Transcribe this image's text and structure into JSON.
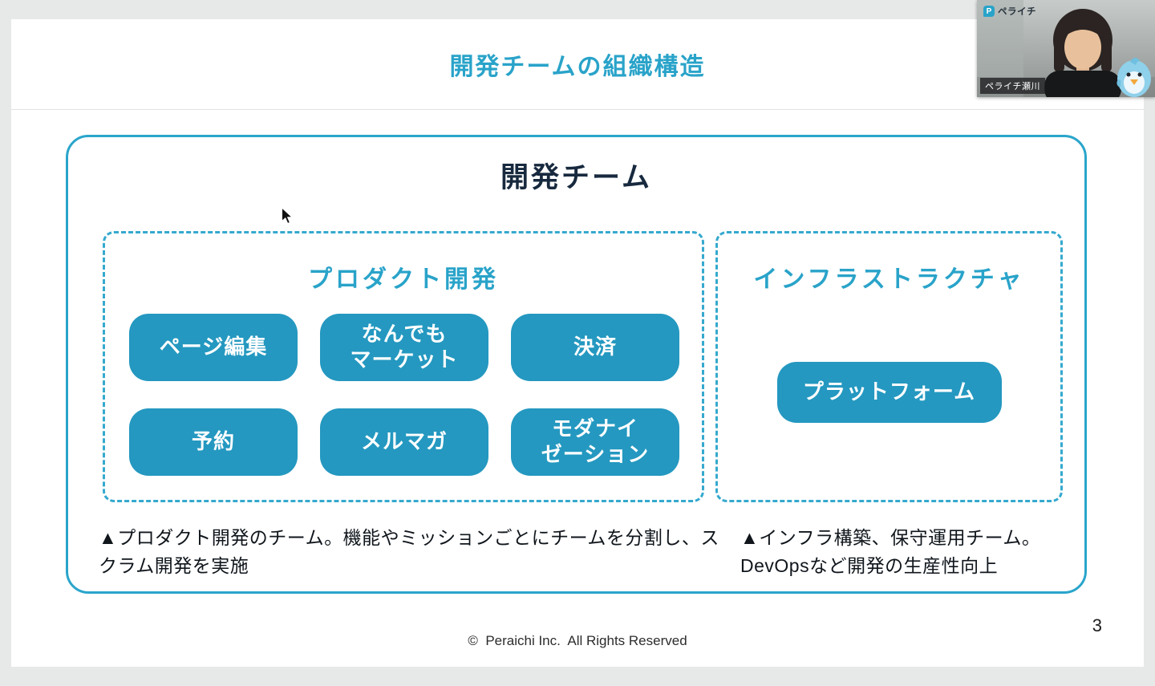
{
  "colors": {
    "teal_accent": "#29A3C9",
    "teal_chip": "#2498C0",
    "navy_heading": "#17293E"
  },
  "slide": {
    "title": "開発チームの組織構造",
    "team_box": {
      "title": "開発チーム",
      "product_group": {
        "title": "プロダクト開発",
        "items": [
          "ページ編集",
          "なんでも\nマーケット",
          "決済",
          "予約",
          "メルマガ",
          "モダナイ\nゼーション"
        ],
        "caption": "▲プロダクト開発のチーム。機能やミッションごとにチームを分割し、スクラム開発を実施"
      },
      "infra_group": {
        "title": "インフラストラクチャ",
        "items": [
          "プラットフォーム"
        ],
        "caption": "▲インフラ構築、保守運用チーム。DevOpsなど開発の生産性向上"
      }
    },
    "footer": "©  Peraichi Inc.  All Rights Reserved",
    "page_number": "3"
  },
  "webcam": {
    "logo": {
      "icon": "peraichi-logo",
      "initial": "P",
      "text": "ペライチ"
    },
    "name_tag": "ペライチ瀬川",
    "mascot_icon": "bird-mascot"
  }
}
